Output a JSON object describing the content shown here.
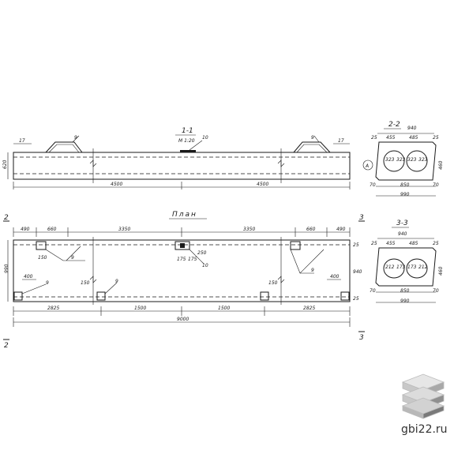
{
  "section11": {
    "title": "1-1",
    "scale": "М 1:20",
    "callout_top_left": "9",
    "callout_top_mid": "10",
    "callout_top_right": "9",
    "left_tick": "17",
    "right_tick": "17",
    "height": "620",
    "half_span": "4500"
  },
  "plan": {
    "title": "План",
    "dims_top": [
      "490",
      "660",
      "3350",
      "3350",
      "660",
      "490"
    ],
    "dims_bottom": [
      "2825",
      "1500",
      "1500",
      "2825"
    ],
    "total_length": "9000",
    "width": "990",
    "offset_left": "400",
    "offset_right": "400",
    "small_a": "150",
    "small_b": "175",
    "small_c": "175",
    "small_d": "150",
    "small_e": "250",
    "small_f": "150",
    "callouts": [
      "9",
      "9",
      "9",
      "9",
      "10"
    ],
    "cut_left": "2",
    "cut_right": "3",
    "side_labels": [
      "25",
      "940",
      "25"
    ]
  },
  "section22": {
    "title": "2-2",
    "top_width": "940",
    "left_top": "25",
    "right_top": "25",
    "gap_left": "455",
    "gap_right": "485",
    "web_values": [
      "323",
      "323",
      "323",
      "323"
    ],
    "circle_label": "А",
    "height": "460",
    "bottom_inner": "850",
    "bottom_left": "70",
    "bottom_right": "70",
    "bottom_total": "990"
  },
  "section33": {
    "title": "3-3",
    "top_width": "940",
    "left_top": "25",
    "right_top": "25",
    "gap_left": "455",
    "gap_right": "485",
    "web_values": [
      "212",
      "173",
      "173",
      "212"
    ],
    "height": "460",
    "bottom_inner": "850",
    "bottom_left": "70",
    "bottom_right": "70",
    "bottom_total": "990"
  },
  "branding": {
    "site": "gbi22.ru",
    "logo_icon": "stacked-slabs-icon"
  }
}
